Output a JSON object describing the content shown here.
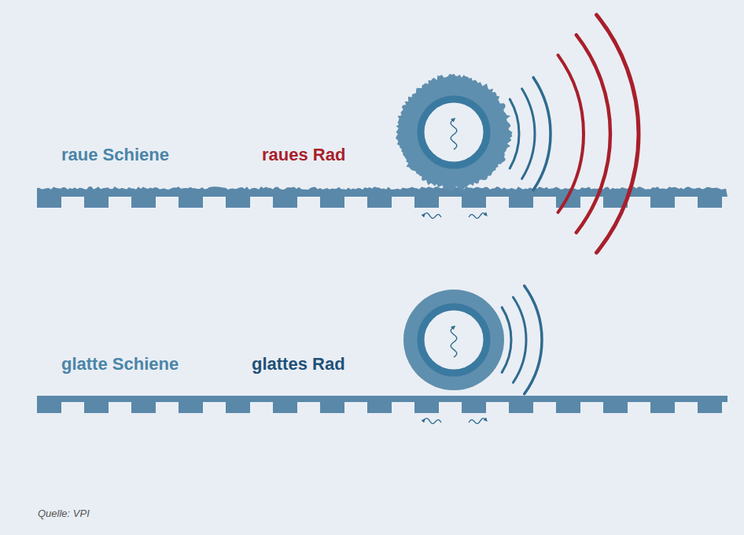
{
  "diagram": {
    "labels": [
      "raue Schiene",
      "raues Rad",
      "glatte Schiene",
      "glattes Rad",
      "Quelle: VPI"
    ]
  }
}
